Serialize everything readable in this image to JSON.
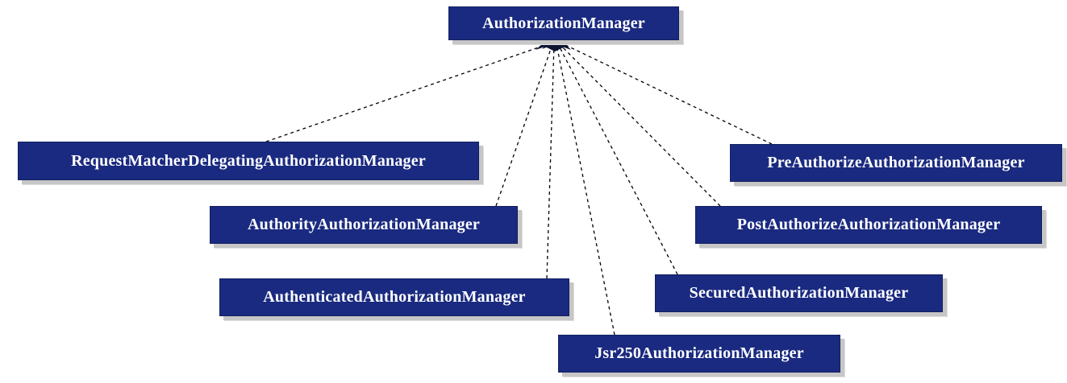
{
  "diagram_type": "uml-class-hierarchy",
  "nodes": [
    {
      "id": "AuthorizationManager",
      "label": "AuthorizationManager"
    },
    {
      "id": "RequestMatcherDelegatingAuthorizationManager",
      "label": "RequestMatcherDelegatingAuthorizationManager"
    },
    {
      "id": "AuthorityAuthorizationManager",
      "label": "AuthorityAuthorizationManager"
    },
    {
      "id": "AuthenticatedAuthorizationManager",
      "label": "AuthenticatedAuthorizationManager"
    },
    {
      "id": "Jsr250AuthorizationManager",
      "label": "Jsr250AuthorizationManager"
    },
    {
      "id": "SecuredAuthorizationManager",
      "label": "SecuredAuthorizationManager"
    },
    {
      "id": "PostAuthorizeAuthorizationManager",
      "label": "PostAuthorizeAuthorizationManager"
    },
    {
      "id": "PreAuthorizeAuthorizationManager",
      "label": "PreAuthorizeAuthorizationManager"
    }
  ],
  "edges": [
    {
      "from": "RequestMatcherDelegatingAuthorizationManager",
      "to": "AuthorizationManager",
      "style": "dashed",
      "arrowhead_at": "to"
    },
    {
      "from": "AuthorityAuthorizationManager",
      "to": "AuthorizationManager",
      "style": "dashed",
      "arrowhead_at": "to"
    },
    {
      "from": "AuthenticatedAuthorizationManager",
      "to": "AuthorizationManager",
      "style": "dashed",
      "arrowhead_at": "to"
    },
    {
      "from": "Jsr250AuthorizationManager",
      "to": "AuthorizationManager",
      "style": "dashed",
      "arrowhead_at": "to"
    },
    {
      "from": "SecuredAuthorizationManager",
      "to": "AuthorizationManager",
      "style": "dashed",
      "arrowhead_at": "to"
    },
    {
      "from": "PostAuthorizeAuthorizationManager",
      "to": "AuthorizationManager",
      "style": "dashed",
      "arrowhead_at": "to"
    },
    {
      "from": "PreAuthorizeAuthorizationManager",
      "to": "AuthorizationManager",
      "style": "dashed",
      "arrowhead_at": "to"
    }
  ],
  "colors": {
    "node_fill": "#1a2a80",
    "node_text": "#ffffff",
    "edge": "#000000",
    "shadow": "#c6c6c6"
  }
}
